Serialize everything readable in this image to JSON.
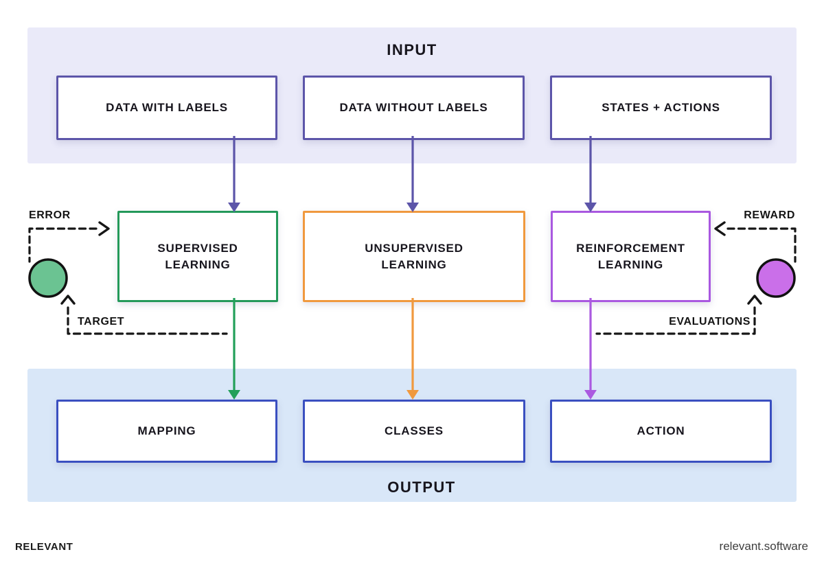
{
  "sections": {
    "input": {
      "title": "INPUT",
      "boxes": [
        {
          "label": "DATA WITH LABELS"
        },
        {
          "label": "DATA WITHOUT LABELS"
        },
        {
          "label": "STATES + ACTIONS"
        }
      ]
    },
    "process": {
      "boxes": [
        {
          "label": "SUPERVISED LEARNING",
          "border_color": "#24995a"
        },
        {
          "label": "UNSUPERVISED LEARNING",
          "border_color": "#f0993e"
        },
        {
          "label": "REINFORCEMENT LEARNING",
          "border_color": "#a958e0"
        }
      ]
    },
    "output": {
      "title": "OUTPUT",
      "boxes": [
        {
          "label": "MAPPING"
        },
        {
          "label": "CLASSES"
        },
        {
          "label": "ACTION"
        }
      ]
    }
  },
  "feedback_loops": {
    "left": {
      "in_label": "ERROR",
      "out_label": "TARGET",
      "node_color": "#6bc392"
    },
    "right": {
      "in_label": "REWARD",
      "out_label": "EVALUATIONS",
      "node_color": "#ca6fe9"
    }
  },
  "colors": {
    "input_band_bg": "#eaeaf9",
    "output_band_bg": "#d9e7f8",
    "input_box_border": "#5c55a9",
    "output_box_border": "#3a4fc0",
    "flow_arrow_purple": "#5c55a9",
    "flow_arrow_green": "#23a05a",
    "flow_arrow_orange": "#f0993e",
    "flow_arrow_violet": "#ab5ae0",
    "dashed_line": "#161616",
    "node_outline": "#111111"
  },
  "footer": {
    "brand": "RELEVANT",
    "website": "relevant.software"
  }
}
